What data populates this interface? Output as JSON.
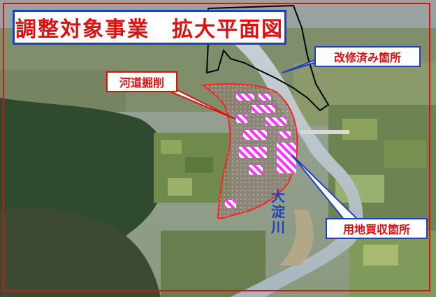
{
  "title": "調整対象事業　拡大平面図",
  "callouts": {
    "renovated": "改修済み箇所",
    "channel_excavation": "河道掘削",
    "land_acquisition": "用地買収箇所"
  },
  "river_name": {
    "char1": "大",
    "char2": "淀",
    "char3": "川"
  },
  "colors": {
    "accent_red": "#e01010",
    "accent_blue": "#2040c0",
    "hatch_magenta": "#ff33ff",
    "river": "#b8c4cc"
  }
}
